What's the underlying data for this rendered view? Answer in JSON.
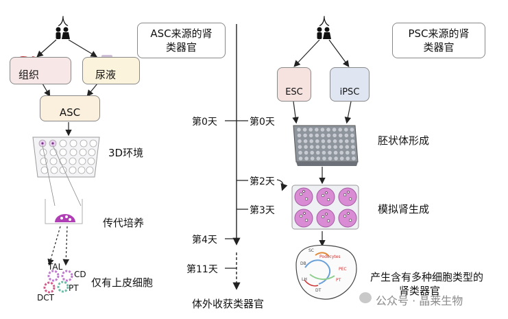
{
  "left_source": "人",
  "right_source": "人",
  "asc_title": "ASC来源的肾\n类器官",
  "psc_title": "PSC来源的肾\n类器官",
  "tissue_label": "组织",
  "urine_label": "尿液",
  "asc_label": "ASC",
  "env_3d_label": "3D环境",
  "passage_label": "传代培养",
  "epithelial_only_label": "仅有上皮细胞",
  "cell_labels": {
    "tal": "TAL",
    "cd": "CD",
    "dct": "DCT",
    "pt": "PT"
  },
  "esc_label": "ESC",
  "ipsc_label": "iPSC",
  "timeline_left": {
    "day0": "第0天",
    "day4": "第4天",
    "day11": "第11天"
  },
  "timeline_right": {
    "day0": "第0天",
    "day2": "第2天",
    "day3": "第3天"
  },
  "harvest_label": "体外收获类器官",
  "eb_label": "胚状体形成",
  "nephrogenesis_label": "模拟肾生成",
  "result_line1": "产生含有多种细胞类型的",
  "result_line2": "肾类器官",
  "watermark": "公众号 · 晶莱生物",
  "organoid_labels": {
    "sc": "SC",
    "podocytes": "Podocytes",
    "db": "DB",
    "pec": "PEC",
    "pt": "PT",
    "lh": "LH",
    "dt": "DT"
  },
  "colors": {
    "tissue_fill": "#f7e7e6",
    "urine_fill": "#fbf3dc",
    "asc_fill": "#fbf0dd",
    "esc_fill": "#f6e3e0",
    "ipsc_fill": "#dfe6f2",
    "cell_orange": "#e98963",
    "cell_blue": "#3d61b5",
    "well_purple": "#d98bd4",
    "plate_gray": "#8e949c"
  }
}
